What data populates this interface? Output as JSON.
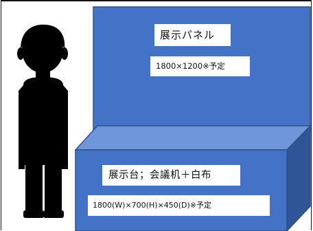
{
  "diagram": {
    "panel": {
      "title": "展示パネル",
      "size": "1800×1200※予定",
      "fill": "#4472C4"
    },
    "table": {
      "title": "展示台；会議机＋白布",
      "size": "1800(W)×700(H)×450(D)※予定",
      "front_fill": "#4472C4",
      "top_fill": "#6F96D8",
      "side_fill": "#2F5597"
    },
    "person": {
      "icon": "person-silhouette-icon",
      "fill": "#000000"
    }
  }
}
